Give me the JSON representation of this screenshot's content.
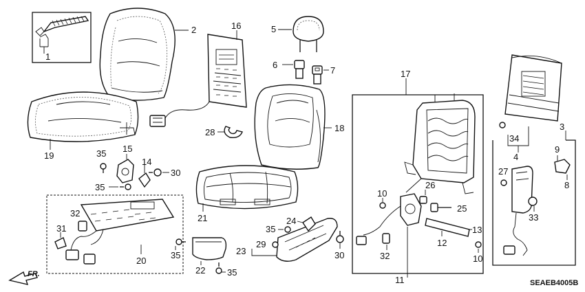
{
  "diagram_code": "SEAEB4005B",
  "front_indicator": "FR.",
  "callouts": {
    "c1": "1",
    "c2": "2",
    "c3": "3",
    "c4": "4",
    "c5": "5",
    "c6": "6",
    "c7": "7",
    "c8": "8",
    "c9": "9",
    "c10a": "10",
    "c10b": "10",
    "c11": "11",
    "c12": "12",
    "c13": "13",
    "c14": "14",
    "c15": "15",
    "c16": "16",
    "c17": "17",
    "c18": "18",
    "c19": "19",
    "c20": "20",
    "c21": "21",
    "c22": "22",
    "c23": "23",
    "c24": "24",
    "c25": "25",
    "c26": "26",
    "c27": "27",
    "c28": "28",
    "c29": "29",
    "c30a": "30",
    "c30b": "30",
    "c31": "31",
    "c32a": "32",
    "c32b": "32",
    "c33": "33",
    "c34": "34",
    "c35a": "35",
    "c35b": "35",
    "c35c": "35",
    "c35d": "35",
    "c35e": "35"
  }
}
